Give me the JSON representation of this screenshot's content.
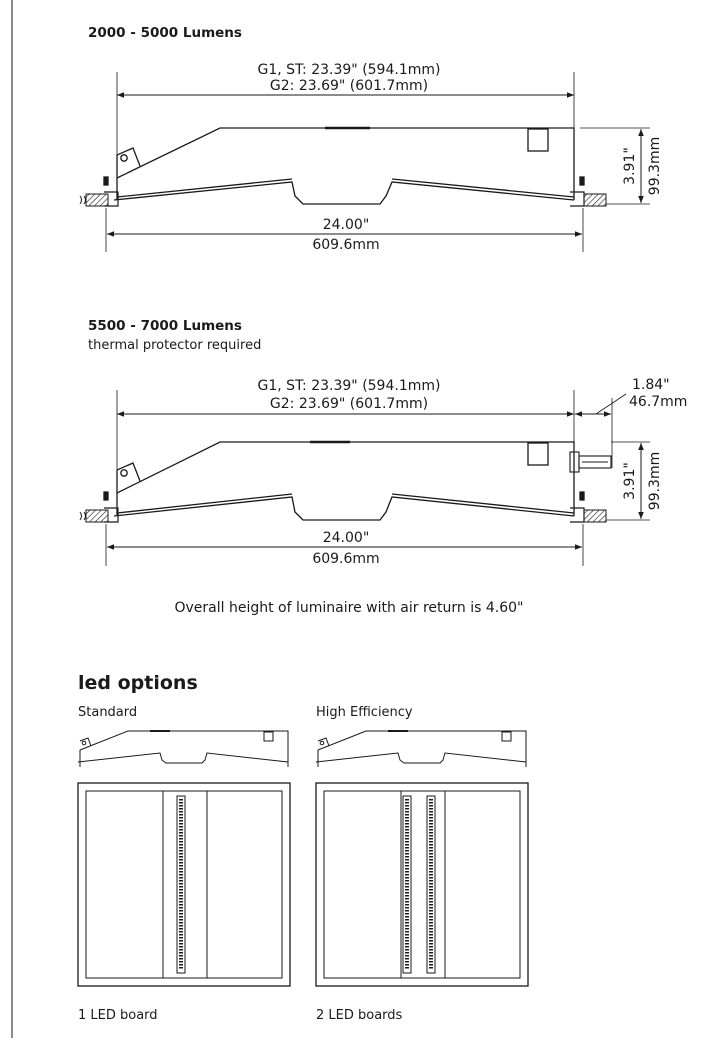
{
  "section1": {
    "title": "2000 - 5000 Lumens",
    "dim_g1": "G1, ST: 23.39\" (594.1mm)",
    "dim_g2": "G2: 23.69\" (601.7mm)",
    "height_in": "3.91\"",
    "height_mm": "99.3mm",
    "width_in": "24.00\"",
    "width_mm": "609.6mm"
  },
  "section2": {
    "title": "5500 - 7000 Lumens",
    "subtitle": "thermal protector required",
    "dim_g1": "G1, ST: 23.39\" (594.1mm)",
    "dim_g2": "G2: 23.69\" (601.7mm)",
    "protector_in": "1.84\"",
    "protector_mm": "46.7mm",
    "height_in": "3.91\"",
    "height_mm": "99.3mm",
    "width_in": "24.00\"",
    "width_mm": "609.6mm"
  },
  "note": "Overall height of luminaire with air return is 4.60\"",
  "led_options": {
    "heading": "led options",
    "standard_label": "Standard",
    "high_eff_label": "High Efficiency",
    "standard_caption": "1 LED board",
    "high_eff_caption": "2 LED boards"
  }
}
